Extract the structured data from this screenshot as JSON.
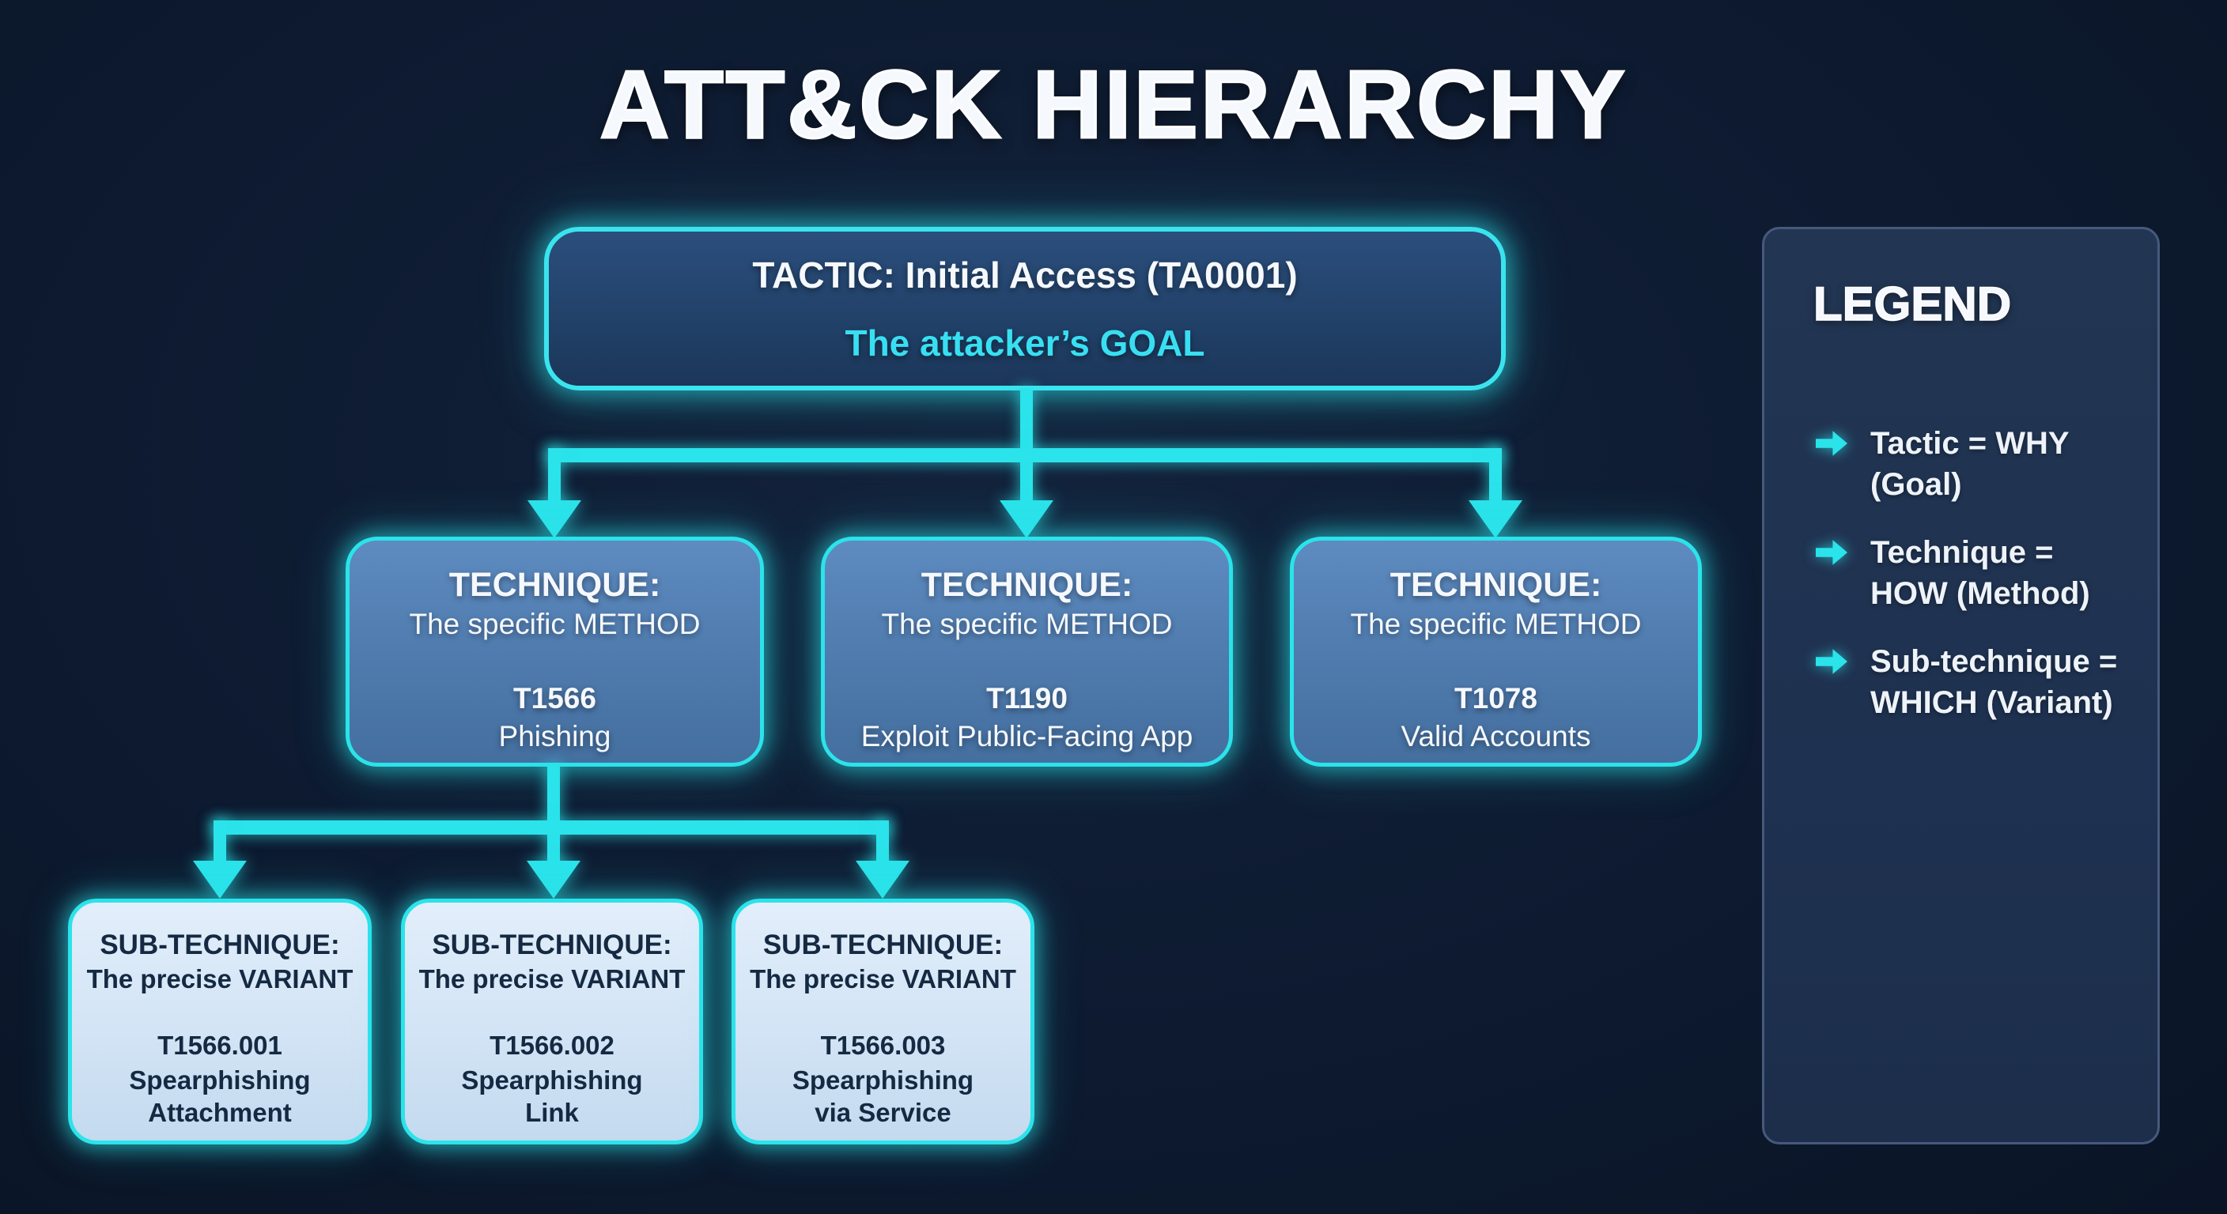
{
  "title": "ATT&CK HIERARCHY",
  "colors": {
    "background": "#0d1a30",
    "accent_cyan": "#2be3ea",
    "tactic_fill": "#23436b",
    "technique_fill": "#517cb0",
    "subtechnique_fill": "#d3e5f6",
    "legend_fill": "#1e3150",
    "text_light": "#f5f8fc",
    "text_dark": "#152a42"
  },
  "tactic": {
    "heading": "TACTIC: Initial Access (TA0001)",
    "subtitle": "The attacker’s GOAL"
  },
  "techniques": [
    {
      "heading": "TECHNIQUE:",
      "subtitle": "The specific METHOD",
      "id": "T1566",
      "name": "Phishing"
    },
    {
      "heading": "TECHNIQUE:",
      "subtitle": "The specific METHOD",
      "id": "T1190",
      "name": "Exploit Public-Facing App"
    },
    {
      "heading": "TECHNIQUE:",
      "subtitle": "The specific METHOD",
      "id": "T1078",
      "name": "Valid Accounts"
    }
  ],
  "subtechniques": [
    {
      "heading": "SUB-TECHNIQUE:",
      "subtitle": "The precise VARIANT",
      "id": "T1566.001",
      "name": "Spearphishing Attachment"
    },
    {
      "heading": "SUB-TECHNIQUE:",
      "subtitle": "The precise VARIANT",
      "id": "T1566.002",
      "name": "Spearphishing Link"
    },
    {
      "heading": "SUB-TECHNIQUE:",
      "subtitle": "The precise VARIANT",
      "id": "T1566.003",
      "name": "Spearphishing via Service"
    }
  ],
  "legend": {
    "title": "LEGEND",
    "items": [
      {
        "label": "Tactic = WHY (Goal)"
      },
      {
        "label": "Technique = HOW (Method)"
      },
      {
        "label": "Sub-technique = WHICH (Variant)"
      }
    ]
  }
}
